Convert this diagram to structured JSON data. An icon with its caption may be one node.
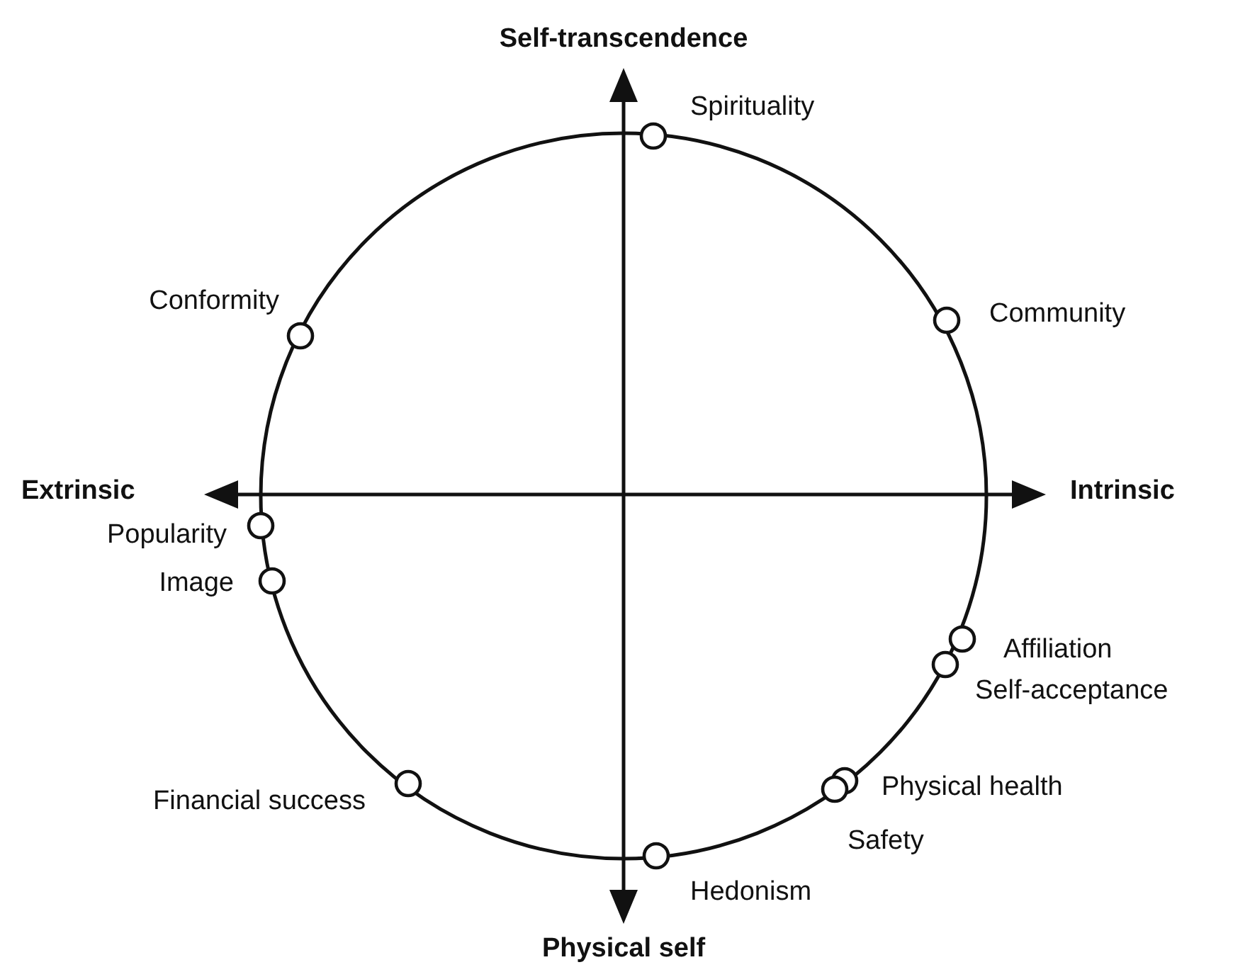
{
  "diagram": {
    "nodes": [
      {
        "text": [],
        "shape": "circle",
        "beside": [
          "Spirituality"
        ]
      },
      {
        "text": [],
        "shape": "circle",
        "beside": [
          "Conformity"
        ]
      },
      {
        "text": [],
        "shape": "circle",
        "beside": [
          "Community"
        ]
      },
      {
        "text": [],
        "shape": "circle",
        "beside": [
          "Popularity"
        ]
      },
      {
        "text": [],
        "shape": "circle",
        "beside": [
          "Image"
        ]
      },
      {
        "text": [],
        "shape": "circle",
        "beside": [
          "Affiliation"
        ]
      },
      {
        "text": [],
        "shape": "circle",
        "beside": [
          "Self-acceptance"
        ]
      },
      {
        "text": [],
        "shape": "circle",
        "beside": [
          "Financial success"
        ]
      },
      {
        "text": [],
        "shape": "circle",
        "beside": [
          "Physical health"
        ]
      },
      {
        "text": [],
        "shape": "circle",
        "beside": [
          "Safety"
        ]
      },
      {
        "text": [],
        "shape": "circle",
        "beside": [
          "Hedonism"
        ]
      }
    ],
    "labels": [
      "Self-transcendence",
      "Extrinsic",
      "Intrinsic",
      "Physical self"
    ]
  }
}
